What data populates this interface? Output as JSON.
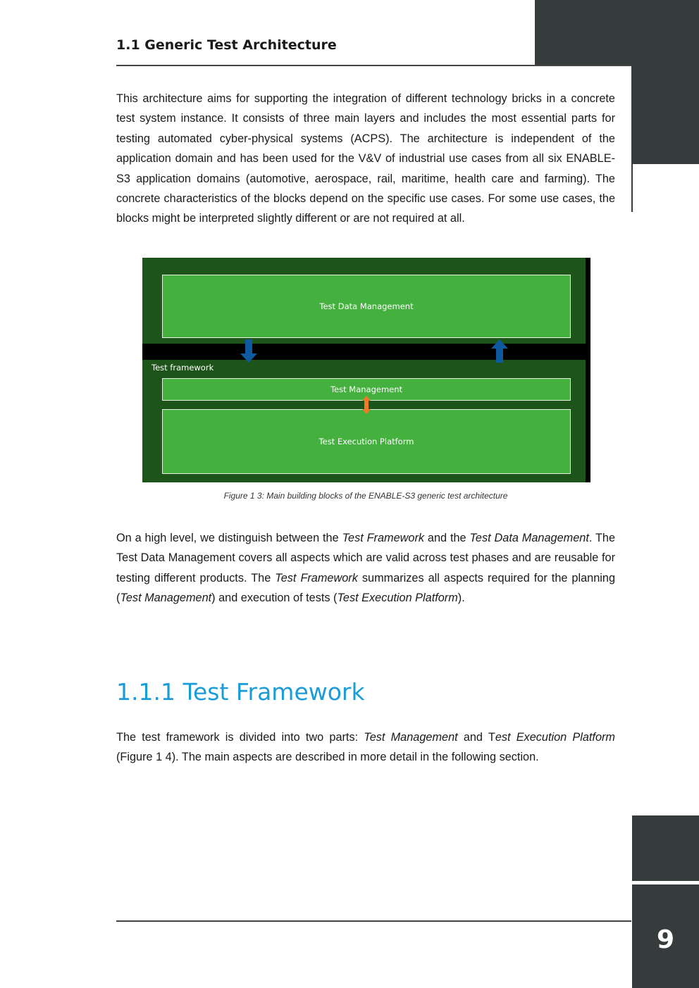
{
  "header": {
    "title": "1.1 Generic Test Architecture"
  },
  "intro_paragraph": "This architecture aims for supporting the integration of different technology bricks in a concrete test system instance. It consists of three main layers and includes the most essential parts for testing automated cyber-physical systems (ACPS). The architecture is independent of the application domain and has been used for the V&V of industrial use cases from all six ENABLE-S3 application domains (automotive, aerospace, rail, maritime, health care and farming). The concrete characteristics of the blocks depend on the specific use cases. For some use cases, the blocks might be interpreted slightly different or are not required at all.",
  "figure": {
    "test_data_management": "Test Data Management",
    "test_framework_label": "Test framework",
    "test_management": "Test Management",
    "test_execution_platform": "Test Execution Platform",
    "colors": {
      "dark_green": "#1c5419",
      "light_green": "#44b03e",
      "blue_arrow": "#0f5a9e",
      "orange_arrow": "#f07a2a"
    },
    "caption": "Figure 1 3: Main building blocks of the ENABLE-S3 generic test architecture"
  },
  "paragraph2": {
    "p1": "On a high level, we distinguish between the ",
    "e1": "Test Framework",
    "p2": " and the ",
    "e2": "Test Data Management",
    "p3": ". The Test Data Management covers all aspects which are valid across test phases and are reusable for testing different products. The ",
    "e3": "Test Framework",
    "p4": " summarizes all aspects required for the planning (",
    "e4": "Test Management",
    "p5": ") and execution of tests (",
    "e5": "Test Execution Platform",
    "p6": ")."
  },
  "section": {
    "heading": "1.1.1 Test Framework"
  },
  "paragraph3": {
    "p1": "The test framework is divided into two parts: ",
    "e1": "Test Management",
    "p2": " and T",
    "e2": "est Execution Platform",
    "p3": " (Figure 1 4). The main aspects are described in more detail in the following section."
  },
  "page_number": "9"
}
